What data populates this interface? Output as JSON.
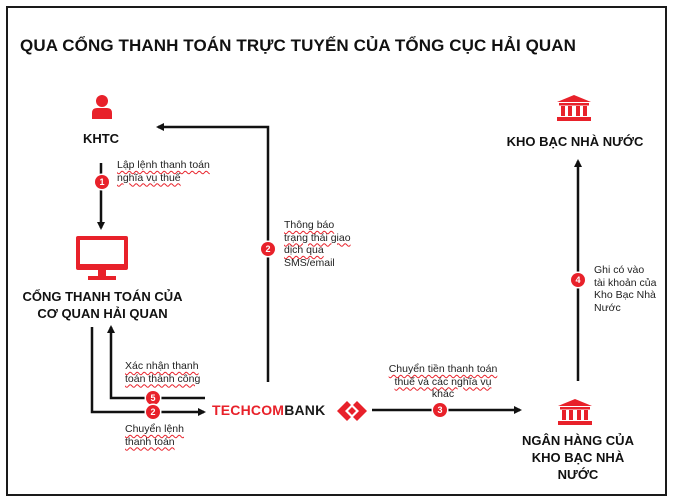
{
  "title": "QUA CỔNG THANH TOÁN TRỰC TUYẾN CỦA TỔNG CỤC HẢI QUAN",
  "nodes": {
    "khtc": "KHTC",
    "customs_portal": [
      "CỔNG THANH TOÁN CỦA",
      "CƠ QUAN HẢI QUAN"
    ],
    "bank_brand_red": "TECHCOM",
    "bank_brand_dark": "BANK",
    "treasury": "KHO BẠC NHÀ NƯỚC",
    "treasury_bank": [
      "NGÂN HÀNG CỦA",
      "KHO BẠC NHÀ",
      "NƯỚC"
    ]
  },
  "steps": [
    {
      "number": "1",
      "lines": [
        "Lập lệnh thanh toán",
        "nghĩa vụ thuế"
      ]
    },
    {
      "number": "2",
      "lines": [
        "Thông báo",
        "trạng thái giao",
        "dịch qua",
        "SMS/email"
      ]
    },
    {
      "number": "5",
      "lines": [
        "Xác nhận thanh",
        "toán thành công"
      ]
    },
    {
      "number": "2",
      "lines": [
        "Chuyển lệnh",
        "thanh toán"
      ]
    },
    {
      "number": "3",
      "lines": [
        "Chuyển tiền thanh toán",
        "thuế và các nghĩa vụ",
        "khác"
      ]
    },
    {
      "number": "4",
      "lines": [
        "Ghi có vào",
        "tài khoản của",
        "Kho Bạc Nhà",
        "Nước"
      ]
    }
  ],
  "colors": {
    "accent": "#e8212a",
    "text": "#111111",
    "line": "#111111"
  },
  "icons": [
    "person-icon",
    "monitor-icon",
    "bank-building-icon",
    "techcombank-logo-icon"
  ]
}
